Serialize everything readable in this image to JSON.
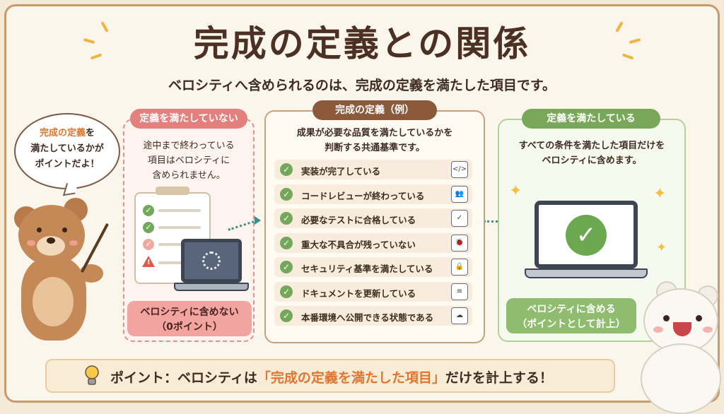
{
  "title": "完成の定義との関係",
  "subtitle": "ベロシティへ含められるのは、完成の定義を満たした項目です。",
  "bubble": {
    "line1_highlight": "完成の定義",
    "line1_rest": "を",
    "line2": "満たしているかが",
    "line3": "ポイントだよ！"
  },
  "left_panel": {
    "label": "定義を満たしていない",
    "line1": "途中まで終わっている",
    "line2": "項目はベロシティに",
    "line3": "含められません。",
    "result_line1": "ベロシティに含めない",
    "result_line2": "（0ポイント）"
  },
  "middle_panel": {
    "label": "完成の定義（例）",
    "line1": "成果が必要な品質を満たしているかを",
    "line2": "判断する共通基準です。",
    "criteria": [
      {
        "label": "実装が完了している",
        "icon": "code-icon",
        "glyph": "</>"
      },
      {
        "label": "コードレビューが終わっている",
        "icon": "people-icon",
        "glyph": "👥"
      },
      {
        "label": "必要なテストに合格している",
        "icon": "shield-check-icon",
        "glyph": "✓"
      },
      {
        "label": "重大な不具合が残っていない",
        "icon": "no-bug-icon",
        "glyph": "🐞"
      },
      {
        "label": "セキュリティ基準を満たしている",
        "icon": "lock-shield-icon",
        "glyph": "🔒"
      },
      {
        "label": "ドキュメントを更新している",
        "icon": "document-icon",
        "glyph": "≡"
      },
      {
        "label": "本番環境へ公開できる状態である",
        "icon": "cloud-upload-icon",
        "glyph": "☁"
      }
    ]
  },
  "right_panel": {
    "label": "定義を満たしている",
    "line1": "すべての条件を満たした項目だけを",
    "line2": "ベロシティに含めます。",
    "result_line1": "ベロシティに含める",
    "result_line2": "（ポイントとして計上）"
  },
  "bottom": {
    "prefix": "ポイント：ベロシティは",
    "highlight": "「完成の定義を満たした項目」",
    "suffix": "だけを計上する！"
  },
  "colors": {
    "accent_orange": "#e2752d",
    "red": "#e37f7c",
    "brown": "#8b5a3b",
    "green": "#79a85a",
    "teal_arrow": "#3e8f88"
  }
}
